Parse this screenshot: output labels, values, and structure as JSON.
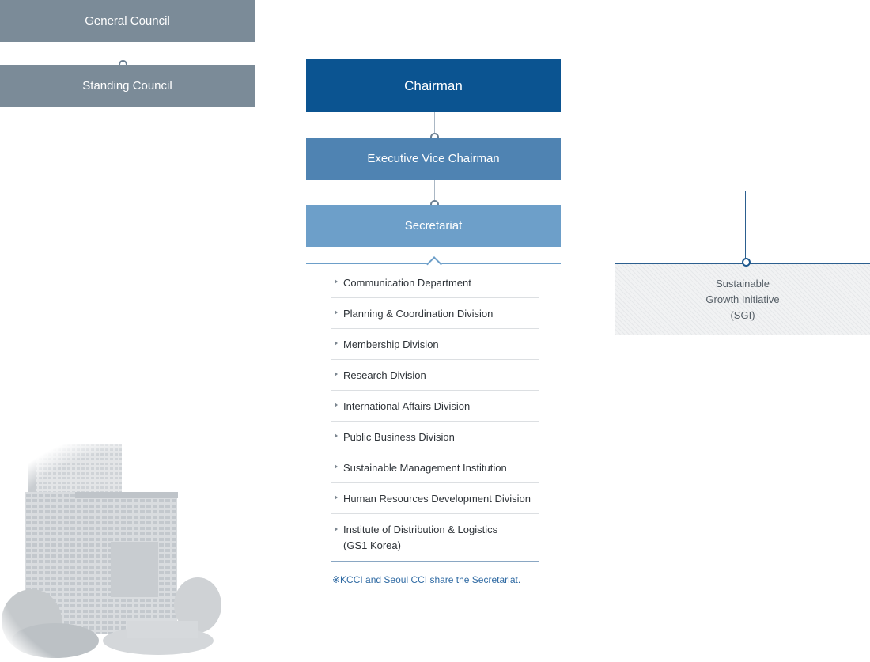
{
  "councils": {
    "general": "General Council",
    "standing": "Standing Council"
  },
  "executive": {
    "chairman": "Chairman",
    "vice_chairman": "Executive Vice Chairman",
    "secretariat": "Secretariat"
  },
  "divisions": [
    "Communication Department",
    "Planning & Coordination Division",
    "Membership Division",
    "Research Division",
    "International Affairs Division",
    "Public Business Division",
    "Sustainable Management Institution",
    "Human Resources Development Division",
    "Institute of Distribution & Logistics\n(GS1 Korea)"
  ],
  "footnote": "※KCCI and Seoul CCI share the Secretariat.",
  "sgi": {
    "line1": "Sustainable",
    "line2": "Growth Initiative",
    "line3": "(SGI)"
  },
  "colors": {
    "council_gray": "#7b8b98",
    "chairman_blue": "#0b5491",
    "vice_chairman_blue": "#4f83b2",
    "secretariat_blue": "#6d9fc9",
    "footnote_blue": "#2f6aa3"
  }
}
